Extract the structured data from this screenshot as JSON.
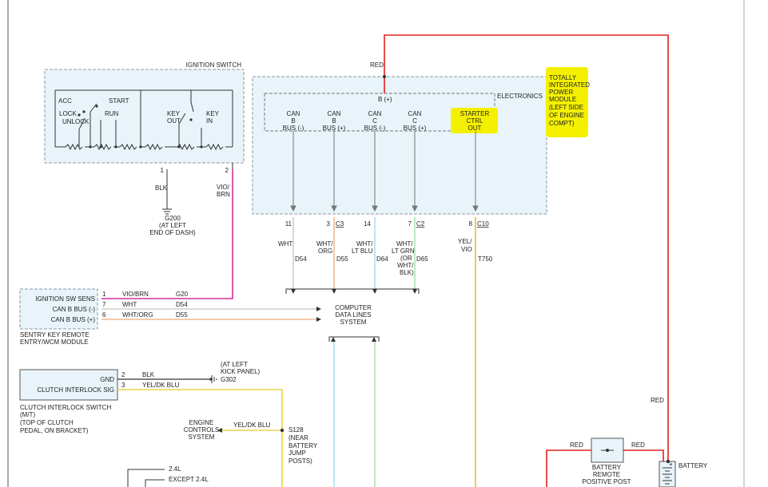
{
  "colors": {
    "box_fill": "#e8f4fa",
    "box_stroke": "#8a9aa6",
    "highlight": "#f4f000",
    "wire_red": "#e02020",
    "wire_vio_brn": "#d0309a",
    "wire_wht": "#cfcfcf",
    "wire_wht_org": "#f0b890",
    "wire_wht_lt_blu": "#a8dff0",
    "wire_wht_lt_grn": "#a8e8a8",
    "wire_yel_vio": "#f3b23a",
    "wire_yel_dk_blu": "#e8d44a",
    "wire_black": "#333333"
  },
  "ignition_switch": {
    "title": "IGNITION SWITCH",
    "acc": "ACC",
    "start": "START",
    "lock": "LOCK",
    "unlock": "UNLOCK",
    "run": "RUN",
    "key_out_1": "KEY",
    "key_out_2": "OUT",
    "key_in_1": "KEY",
    "key_in_2": "IN",
    "pin1": "1",
    "pin2": "2",
    "wire1": "BLK",
    "wire2_1": "VIO/",
    "wire2_2": "BRN"
  },
  "ground_g200": {
    "name": "G200",
    "loc1": "(AT LEFT",
    "loc2": "END OF DASH)"
  },
  "tipm": {
    "electronics": "ELECTRONICS",
    "b_plus": "B (+)",
    "red": "RED",
    "name_lines": [
      "TOTALLY",
      "INTEGRATED",
      "POWER",
      "MODULE",
      "(LEFT SIDE",
      "OF ENGINE",
      "COMPT)"
    ],
    "terminals": [
      {
        "l1": "CAN",
        "l2": "B",
        "l3": "BUS (-)",
        "pin": "11",
        "conn": "",
        "w1": "WHT",
        "w2": "",
        "w3": "",
        "w4": "",
        "circuit": "D54"
      },
      {
        "l1": "CAN",
        "l2": "B",
        "l3": "BUS (+)",
        "pin": "3",
        "conn": "C3",
        "w1": "WHT/",
        "w2": "ORG",
        "w3": "",
        "w4": "",
        "circuit": "D55"
      },
      {
        "l1": "CAN",
        "l2": "C",
        "l3": "BUS (-)",
        "pin": "14",
        "conn": "",
        "w1": "WHT/",
        "w2": "LT BLU",
        "w3": "",
        "w4": "",
        "circuit": "D64"
      },
      {
        "l1": "CAN",
        "l2": "C",
        "l3": "BUS (+)",
        "pin": "7",
        "conn": "C2",
        "w1": "WHT/",
        "w2": "LT GRN",
        "w3": "(OR",
        "w4": "WHT/",
        "w5": "BLK)",
        "circuit": "D65"
      },
      {
        "l1": "STARTER",
        "l2": "CTRL",
        "l3": "OUT",
        "pin": "8",
        "conn": "C10",
        "w1": "YEL/",
        "w2": "VIO",
        "w3": "",
        "w4": "",
        "circuit": "T750"
      }
    ]
  },
  "computer_data_lines": {
    "l1": "COMPUTER",
    "l2": "DATA LINES",
    "l3": "SYSTEM"
  },
  "sentry": {
    "pins": [
      {
        "label": "IGNITION SW SENS",
        "pin": "1",
        "wire": "VIO/BRN",
        "circuit": "G20"
      },
      {
        "label": "CAN B BUS (-)",
        "pin": "7",
        "wire": "WHT",
        "circuit": "D54"
      },
      {
        "label": "CAN B BUS (+)",
        "pin": "6",
        "wire": "WHT/ORG",
        "circuit": "D55"
      }
    ],
    "name1": "SENTRY KEY REMOTE",
    "name2": "ENTRY/WCM MODULE"
  },
  "clutch": {
    "gnd": "GND",
    "sig": "CLUTCH INTERLOCK SIG",
    "pin_gnd": "2",
    "pin_sig": "3",
    "wire_gnd": "BLK",
    "wire_sig": "YEL/DK BLU",
    "name1": "CLUTCH INTERLOCK SWITCH",
    "name2": "(M/T)",
    "name3": "(TOP OF CLUTCH",
    "name4": "PEDAL, ON BRACKET)"
  },
  "ground_g302": {
    "loc1": "(AT LEFT",
    "loc2": "KICK PANEL)",
    "name": "G302"
  },
  "engine_controls": {
    "l1": "ENGINE",
    "l2": "CONTROLS",
    "l3": "SYSTEM",
    "wire": "YEL/DK BLU"
  },
  "splice_s128": {
    "name": "S128",
    "l1": "(NEAR",
    "l2": "BATTERY",
    "l3": "JUMP",
    "l4": "POSTS)"
  },
  "engine_options": {
    "opt1": "2.4L",
    "opt2": "EXCEPT 2.4L"
  },
  "battery": {
    "label": "BATTERY",
    "red_right": "RED",
    "red_left": "RED",
    "red_mid": "RED",
    "plus": "+"
  },
  "remote_post": {
    "l1": "BATTERY",
    "l2": "REMOTE",
    "l3": "POSITIVE POST"
  }
}
